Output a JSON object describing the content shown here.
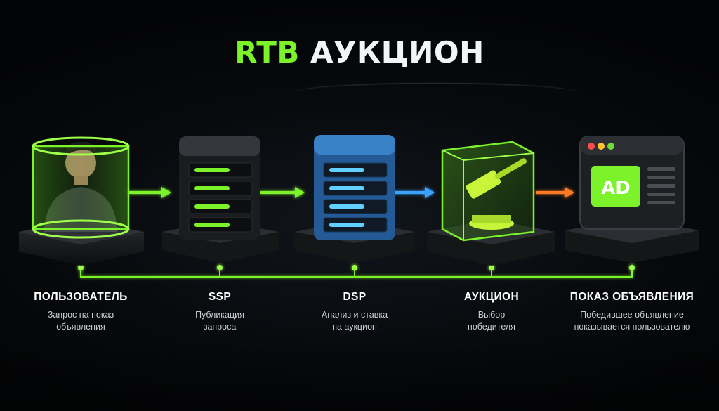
{
  "title": {
    "accent": "RTB",
    "rest": "АУКЦИОН"
  },
  "steps": [
    {
      "label": "ПОЛЬЗОВАТЕЛЬ",
      "desc_line1": "Запрос на показ",
      "desc_line2": "объявления",
      "icon": "user-icon"
    },
    {
      "label": "SSP",
      "desc_line1": "Публикация",
      "desc_line2": "запроса",
      "icon": "server-icon"
    },
    {
      "label": "DSP",
      "desc_line1": "Анализ и ставка",
      "desc_line2": "на аукцион",
      "icon": "server-icon"
    },
    {
      "label": "АУКЦИОН",
      "desc_line1": "Выбор",
      "desc_line2": "победителя",
      "icon": "gavel-icon"
    },
    {
      "label": "ПОКАЗ ОБЪЯВЛЕНИЯ",
      "desc_line1": "Победившее объявление",
      "desc_line2": "показывается пользователю",
      "icon": "ad-window-icon"
    }
  ],
  "ad_badge": "AD",
  "colors": {
    "green": "#7cf22a",
    "blue": "#3aa3ff",
    "orange": "#ff7a22",
    "server_blue": "#2f6fb5"
  }
}
